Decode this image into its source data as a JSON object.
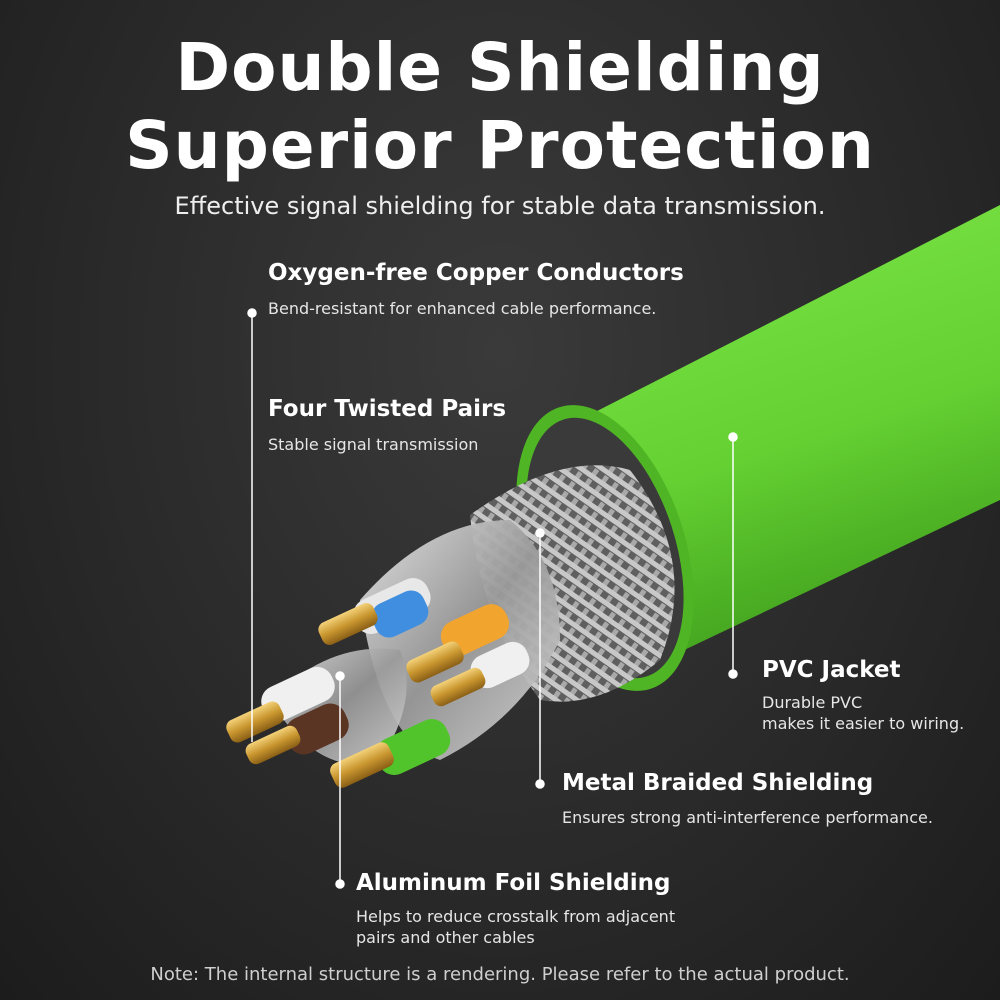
{
  "header": {
    "title_line1": "Double Shielding",
    "title_line2": "Superior Protection",
    "subtitle": "Effective signal shielding for stable data transmission."
  },
  "labels": {
    "conductors": {
      "title": "Oxygen-free Copper Conductors",
      "desc": "Bend-resistant for enhanced cable performance."
    },
    "pairs": {
      "title": "Four Twisted Pairs",
      "desc": "Stable signal transmission"
    },
    "jacket": {
      "title": "PVC Jacket",
      "desc_line1": "Durable PVC",
      "desc_line2": "makes it easier to wiring."
    },
    "braid": {
      "title": "Metal Braided Shielding",
      "desc": "Ensures strong anti-interference performance."
    },
    "foil": {
      "title": "Aluminum Foil Shielding",
      "desc_line1": "Helps to reduce crosstalk from adjacent",
      "desc_line2": "pairs and other cables"
    }
  },
  "footer": {
    "note": "Note: The internal structure is a rendering. Please refer to the actual product."
  },
  "colors": {
    "jacket": "#6ad63a",
    "copper": "#c9962f",
    "pair_blue": "#3f8ee0",
    "pair_orange": "#f2a52e",
    "pair_brown": "#5a3524",
    "pair_green": "#52c42b"
  }
}
